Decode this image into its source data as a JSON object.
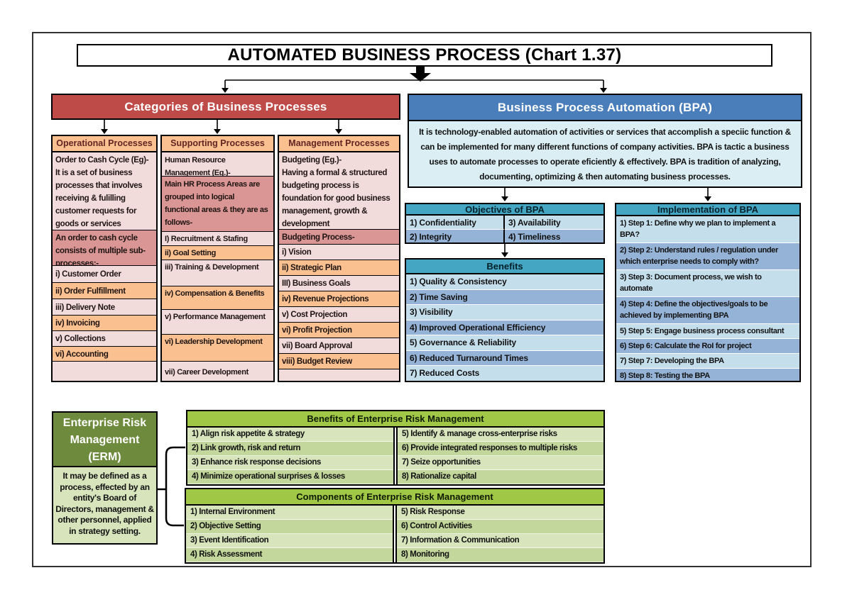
{
  "title": "AUTOMATED BUSINESS PROCESS (Chart 1.37)",
  "colors": {
    "red_header": "#BE4B48",
    "blue_header": "#4A7EBB",
    "teal_header": "#45A6C3",
    "orange": "#FAC090",
    "light_pink": "#F2DCDB",
    "mauve": "#D99694",
    "light_blue_row": "#C5DEEC",
    "medium_blue_row": "#95B3D7",
    "description_bg": "#DAEEF3",
    "dark_green": "#6E8B3D",
    "light_green": "#D7E4BC",
    "alt_green": "#C3D69B",
    "green_header": "#A0C846"
  },
  "categories": {
    "header": "Categories of Business Processes",
    "columns": [
      {
        "header": "Operational Processes",
        "intro_line1": "Order to Cash Cycle (Eg)-",
        "intro_line2": "It is a set of business processes that involves receiving & fulilling customer requests for goods or  services",
        "note": "An order to cash cycle consists of multiple sub-processes:-",
        "items": [
          "i) Customer Order",
          "ii) Order Fulfillment",
          "iii) Delivery Note",
          "iv) Invoicing",
          "v) Collections",
          "vi) Accounting"
        ]
      },
      {
        "header": "Supporting Processes",
        "intro": "Human Resource Management (Eg.)-",
        "note": "Main HR Process Areas are grouped into logical functional areas & they are as follows-",
        "items": [
          "I) Recruitment  & Stafing",
          "ii) Goal Setting",
          "iii) Training & Development",
          "iv) Compensation  & Benefits",
          "v) Performance Management",
          "vi) Leadership Development",
          "vii) Career Development"
        ]
      },
      {
        "header": "Management Processes",
        "intro_line1": "Budgeting (Eg.)-",
        "intro_line2": "Having a formal & structured budgeting process is foundation for good business management, growth & development",
        "note": "Budgeting Process-",
        "items": [
          "i) Vision",
          "ii) Strategic Plan",
          "III) Business Goals",
          "iv) Revenue Projections",
          "v) Cost Projection",
          "vi) Profit Projection",
          "vii) Board Approval",
          "viii) Budget Review"
        ]
      }
    ]
  },
  "bpa": {
    "header": "Business Process Automation (BPA)",
    "description": "It is technology-enabled automation of activities or services that accomplish a speciic function & can be implemented for many different functions of company activities. BPA is  tactic a business uses to automate processes to operate eficiently & effectively. BPA is  tradition of analyzing, documenting, optimizing & then automating business processes.",
    "objectives": {
      "header": "Objectives of BPA",
      "cells": [
        [
          "1) Confidentiality",
          "3) Availability"
        ],
        [
          "2) Integrity",
          "4) Timeliness"
        ]
      ]
    },
    "benefits": {
      "header": "Benefits",
      "items": [
        "1) Quality & Consistency",
        "2) Time Saving",
        "3) Visibility",
        "4) Improved Operational Efficiency",
        "5) Governance & Reliability",
        "6) Reduced Turnaround Times",
        "7) Reduced Costs"
      ]
    },
    "implementation": {
      "header": "Implementation of BPA",
      "items": [
        "1) Step 1: Define why we plan to implement a BPA?",
        "2) Step 2: Understand  rules / regulation under which enterprise needs to comply with?",
        "3) Step 3: Document process, we wish to automate",
        "4) Step 4: Define the objectives/goals to be achieved by implementing BPA",
        "5) Step 5: Engage business process consultant",
        "6) Step 6: Calculate the RoI for project",
        "7) Step 7: Developing the BPA",
        "8) Step 8: Testing the BPA"
      ]
    }
  },
  "erm": {
    "header": "Enterprise Risk Management (ERM)",
    "definition": "It may be defined as a process, effected by an entity's Board of Directors, management & other personnel, applied in strategy setting.",
    "benefits": {
      "header": "Benefits of Enterprise Risk Management",
      "left": [
        "1) Align risk appetite & strategy",
        "2) Link growth, risk and return",
        "3) Enhance risk response decisions",
        "4) Minimize operational surprises & losses"
      ],
      "right": [
        "5) Identify & manage cross-enterprise risks",
        "6) Provide integrated responses to multiple risks",
        "7) Seize opportunities",
        "8) Rationalize capital"
      ]
    },
    "components": {
      "header": "Components of Enterprise Risk Management",
      "left": [
        "1) Internal Environment",
        "2) Objective Setting",
        "3) Event Identification",
        "4) Risk Assessment"
      ],
      "right": [
        "5) Risk Response",
        "6) Control Activities",
        "7) Information & Communication",
        "8) Monitoring"
      ]
    }
  }
}
